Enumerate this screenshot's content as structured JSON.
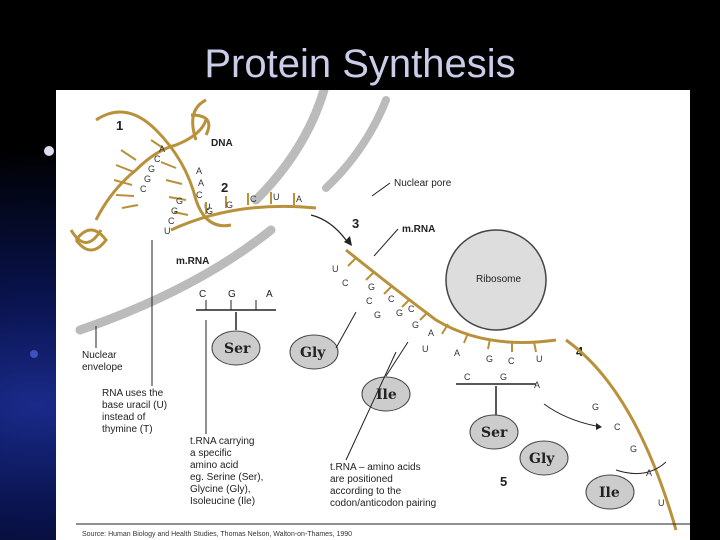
{
  "slide": {
    "title": "Protein Synthesis"
  },
  "figure": {
    "step_numbers": [
      "1",
      "2",
      "3",
      "4",
      "5"
    ],
    "labels": {
      "dna": "DNA",
      "nuclear_pore": "Nuclear pore",
      "mrna_top": "m.RNA",
      "mrna_left": "m.RNA",
      "ribosome": "Ribosome",
      "nuclear_envelope": [
        "Nuclear",
        "envelope"
      ],
      "rna_uses": [
        "RNA uses the",
        "base uracil (U)",
        "instead of",
        "thymine (T)"
      ],
      "trna_carrying": [
        "t.RNA carrying",
        "a specific",
        "amino acid",
        "eg. Serine (Ser),",
        "Glycine (Gly),",
        "Isoleucine (Ile)"
      ],
      "trna_positioned": [
        "t.RNA – amino acids",
        "are positioned",
        "according to the",
        "codon/anticodon pairing"
      ]
    },
    "amino_acids": {
      "ser": "Ser",
      "gly": "Gly",
      "ile": "Ile"
    },
    "trna_codon": [
      "C",
      "G",
      "A"
    ],
    "dna_bases": [
      "A",
      "C",
      "G",
      "G",
      "C",
      "U",
      "A",
      "A",
      "C",
      "G",
      "G",
      "C",
      "U"
    ],
    "mrna_bases_top": [
      "G",
      "G",
      "C",
      "U",
      "A"
    ],
    "mrna_bases_mid": [
      "U",
      "C",
      "G",
      "C",
      "G",
      "C",
      "G",
      "C",
      "G",
      "A",
      "U",
      "A",
      "G",
      "C",
      "U"
    ],
    "chain_bases": [
      "C",
      "G",
      "A",
      "G",
      "C",
      "G",
      "A",
      "U"
    ],
    "source": "Source: Human Biology and Health Studies, Thomas Nelson, Walton-on-Thames, 1990"
  }
}
